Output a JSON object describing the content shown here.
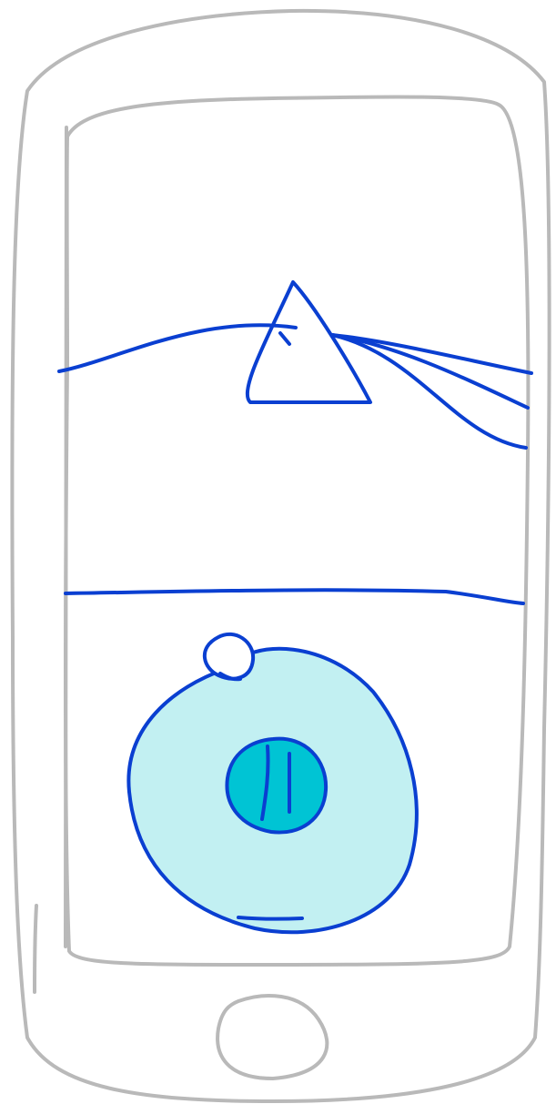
{
  "app": {
    "screen": "now-playing",
    "style": "hand-drawn wireframe"
  },
  "colors": {
    "phone_outline": "#b9b9b9",
    "ink": "#0a3fd1",
    "control_fill": "#c2f0f2",
    "button_fill": "#00c4d4",
    "background": "#ffffff"
  },
  "icons": {
    "album_art": "prism-icon",
    "play_pause": "pause-icon",
    "scrub_knob": "knob-icon",
    "home": "home-button-icon"
  },
  "player": {
    "state": "playing"
  }
}
